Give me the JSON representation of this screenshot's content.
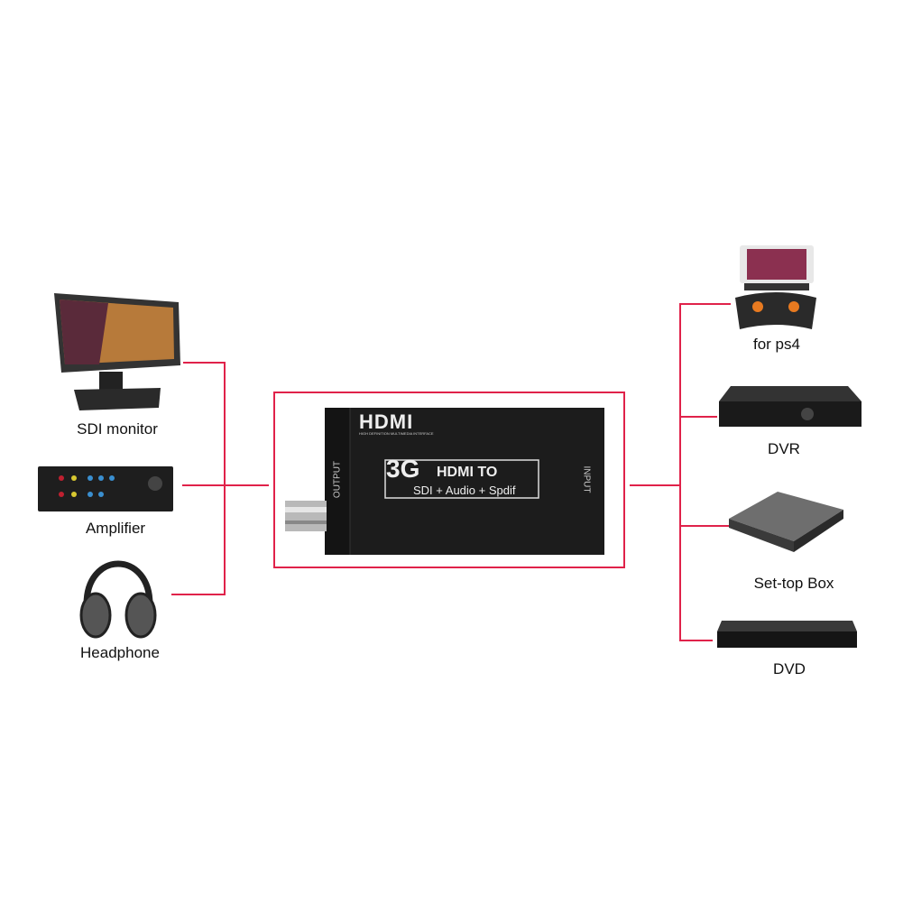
{
  "device": {
    "logo": "HDMI",
    "logo_sub": "HIGH DEFINITION MULTIMEDIA INTERFACE",
    "title_big": "3G",
    "title_line1": "HDMI TO",
    "title_line2": "SDI + Audio + Spdif",
    "output_label": "OUTPUT",
    "input_label": "INPUT"
  },
  "outputs": [
    {
      "label": "SDI monitor"
    },
    {
      "label": "Amplifier"
    },
    {
      "label": "Headphone"
    }
  ],
  "inputs": [
    {
      "label": "for ps4"
    },
    {
      "label": "DVR"
    },
    {
      "label": "Set-top Box"
    },
    {
      "label": "DVD"
    }
  ],
  "colors": {
    "line": "#e0224a",
    "device": "#1c1c1c"
  }
}
